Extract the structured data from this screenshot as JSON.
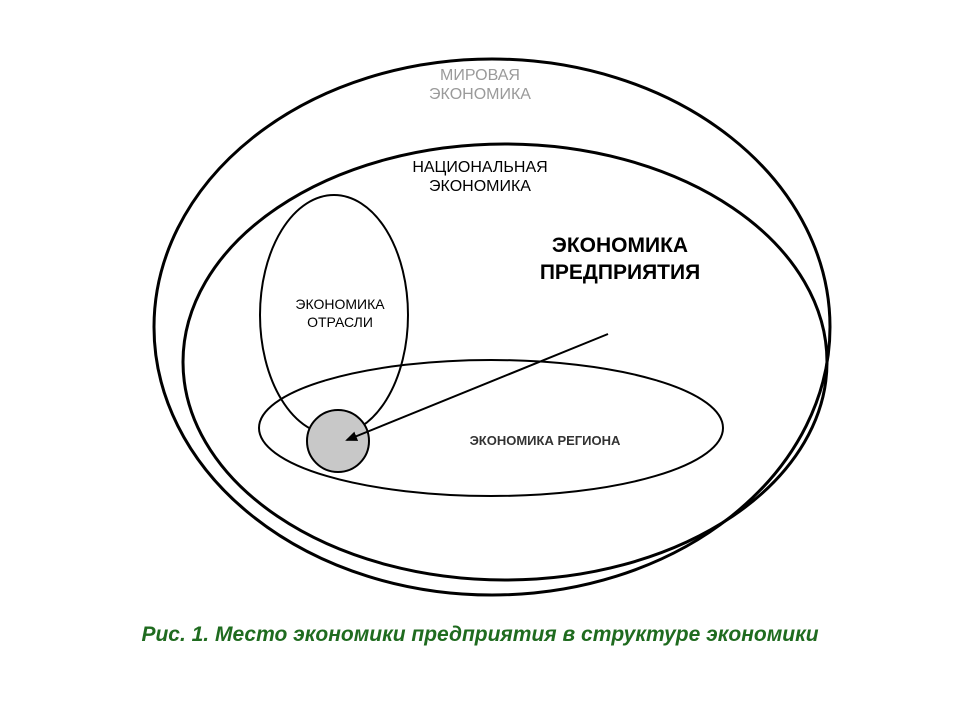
{
  "diagram": {
    "labels": {
      "world_line1": "МИРОВАЯ",
      "world_line2": "ЭКОНОМИКА",
      "national_line1": "НАЦИОНАЛЬНАЯ",
      "national_line2": "ЭКОНОМИКА",
      "enterprise_line1": "ЭКОНОМИКА",
      "enterprise_line2": "ПРЕДПРИЯТИЯ",
      "industry_line1": "ЭКОНОМИКА",
      "industry_line2": "ОТРАСЛИ",
      "region": "ЭКОНОМИКА РЕГИОНА"
    },
    "caption": "Рис. 1. Место экономики предприятия  в структуре экономики"
  },
  "colors": {
    "outline": "#000000",
    "world_label": "#9a9a9a",
    "enterprise_fill": "#c8c8c8",
    "caption": "#1f6b1f"
  }
}
